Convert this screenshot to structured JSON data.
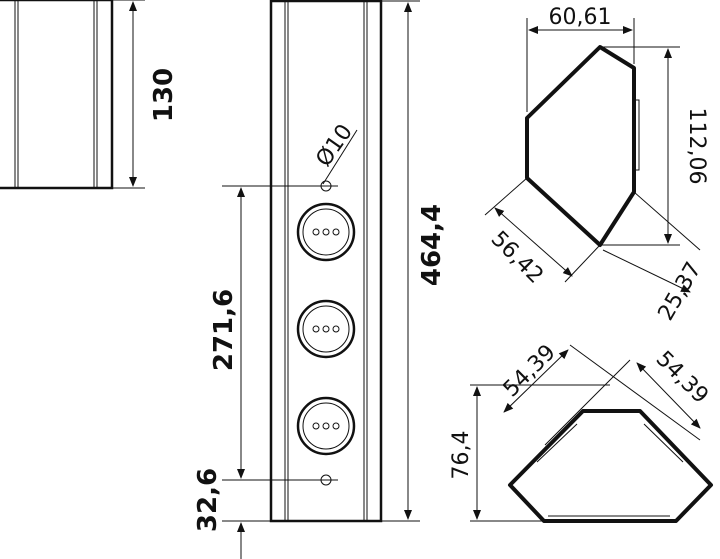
{
  "drawing": {
    "side_view": {
      "height_label": "130"
    },
    "front_view": {
      "total_height_label": "464,4",
      "hole_spacing_label": "271,6",
      "bottom_offset_label": "32,6",
      "hole_diameter_label": "Ø10",
      "socket_count": 3
    },
    "top_view": {
      "width_label": "60,61",
      "depth_label": "112,06",
      "diagonal_label": "56,42",
      "small_side_label": "25,37"
    },
    "bottom_view": {
      "height_label": "76,4",
      "left_side_label": "54,39",
      "right_side_label": "54,39"
    }
  }
}
